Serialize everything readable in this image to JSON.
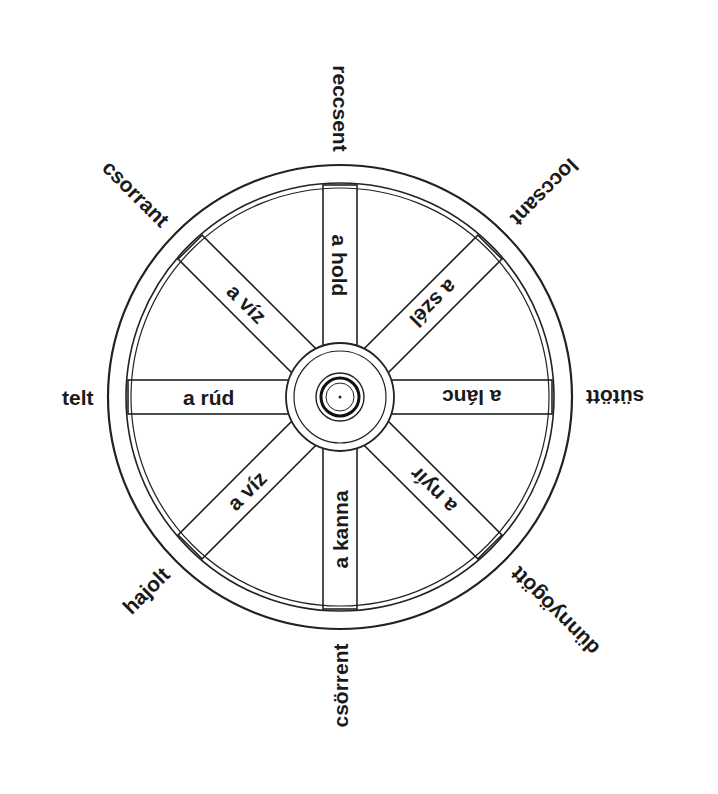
{
  "diagram": {
    "nodes": [
      {
        "text": [
          "a hold"
        ]
      },
      {
        "text": [
          "a szél"
        ]
      },
      {
        "text": [
          "a lánc"
        ]
      },
      {
        "text": [
          "a nyír"
        ]
      },
      {
        "text": [
          "a kanna"
        ]
      },
      {
        "text": [
          "a víz"
        ]
      },
      {
        "text": [
          "a rúd"
        ]
      },
      {
        "text": [
          "a víz"
        ]
      }
    ],
    "labels": [
      "reccsent",
      "loccsant",
      "sütött",
      "dünnyögött",
      "csörrent",
      "hajolt",
      "telt",
      "csorrant"
    ]
  }
}
